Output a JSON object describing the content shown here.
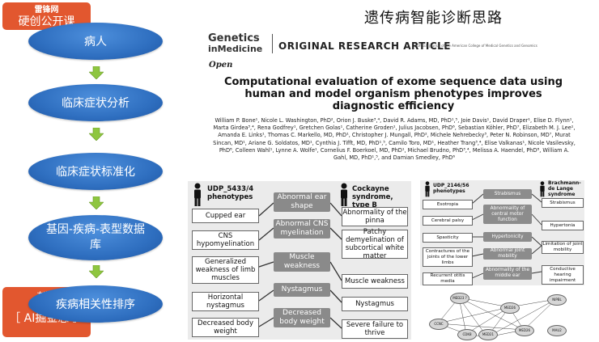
{
  "title": "遗传病智能诊断思路",
  "watermarks": {
    "top_line1": "雷锋网",
    "top_line2": "硬创公开课",
    "bottom_line1": "本次…",
    "bottom_line2": "首…",
    "bottom_line3": "［ AI掘金志 ］"
  },
  "flow_steps": [
    "病人",
    "临床症状分析",
    "临床症状标准化",
    "基因-疾病-表型数据库",
    "疾病相关性排序"
  ],
  "colors": {
    "flow_blue": "#2f6fc0",
    "arrow_green": "#8ec63f",
    "watermark": "#e2572f"
  },
  "article": {
    "journal_line1": "Genetics",
    "journal_line2": "inMedicine",
    "type": "ORIGINAL RESEARCH ARTICLE",
    "journal_note": "Official journal of the American College of Medical Genetics and Genomics",
    "access": "Open",
    "title": "Computational evaluation of exome sequence data using human and model organism phenotypes improves diagnostic efficiency",
    "authors": "William P. Bone¹, Nicole L. Washington, PhD², Orion J. Buske³,⁴, David R. Adams, MD, PhD¹,⁵, Joie Davis¹, David Draper¹, Elise D. Flynn¹, Marta Girdea³,⁴, Rena Godfrey¹, Gretchen Golas¹, Catherine Groden¹, Julius Jacobsen, PhD⁶, Sebastian Köhler, PhD⁷, Elizabeth M. J. Lee¹, Amanda E. Links¹, Thomas C. Markello, MD, PhD¹, Christopher J. Mungall, PhD², Michele Nehrebecky³, Peter N. Robinson, MD⁷, Murat Sincan, MD¹, Ariane G. Soldatos, MD¹, Cynthia J. Tifft, MD, PhD¹,⁵, Camilo Toro, MD¹, Heather Trang³,⁴, Elise Valkanas¹, Nicole Vasilevsky, PhD⁸, Colleen Wahl¹, Lynne A. Wolfe¹, Cornelius F. Boerkoel, MD, PhD¹, Michael Brudno, PhD³,⁴, Melissa A. Haendel, PhD⁸, William A. Gahl, MD, PhD¹,⁵, and Damian Smedley, PhD⁶"
  },
  "figure_left": {
    "left_header": "UDP_5433/4 phenotypes",
    "right_header": "Cockayne syndrome, type B",
    "left": [
      "Cupped ear",
      "CNS hypomyelination",
      "Generalized weakness of limb muscles",
      "Horizontal nystagmus",
      "Decreased body weight"
    ],
    "middle": [
      "Abnormal ear shape",
      "Abnormal CNS myelination",
      "Muscle weakness",
      "Nystagmus",
      "Decreased body weight"
    ],
    "right": [
      "Abnormality of the pinna",
      "Patchy demyelination of subcortical white matter",
      "Muscle weakness",
      "Nystagmus",
      "Severe failure to thrive"
    ]
  },
  "figure_right": {
    "left_header": "UDP_2146/56 phenotypes",
    "right_header": "Brachmann-de Lange syndrome",
    "left": [
      "Esotropia",
      "Cerebral palsy",
      "Spasticity",
      "Contractures of the joints of the lower limbs",
      "Recurrent otitis media"
    ],
    "middle": [
      "Strabismus",
      "Abnormality of central motor function",
      "Hypertonicity",
      "Abnormal joint mobility",
      "Abnormality of the middle ear"
    ],
    "right": [
      "Strabismus",
      "Hypertonia",
      "Limitation of joint mobility",
      "Conductive hearing impairment"
    ],
    "network": [
      "MED23 ?",
      "MED26",
      "NIPBL",
      "CCNC",
      "CDK8",
      "MED21",
      "MED26",
      "MAU2"
    ]
  }
}
